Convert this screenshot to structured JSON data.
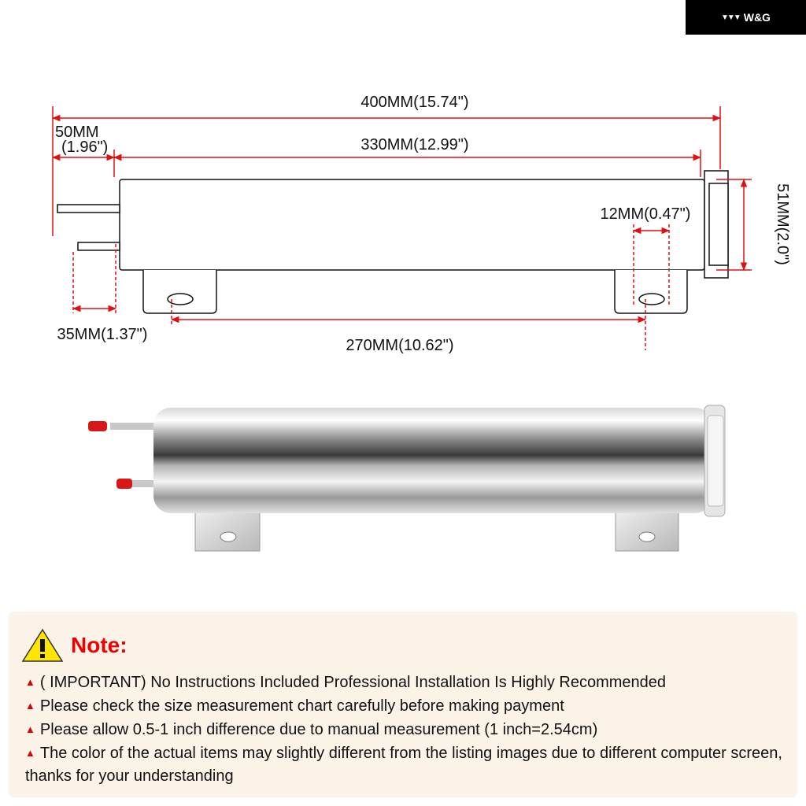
{
  "brand": {
    "name": "W&G",
    "icon": "triple-triangle-logo"
  },
  "diagram": {
    "overall_length": "400MM(15.74\")",
    "inlet_offset_mm": "50MM",
    "inlet_offset_in": "(1.96\")",
    "body_length": "330MM(12.99\")",
    "slot_width": "12MM(0.47\")",
    "diameter": "51MM(2.0\")",
    "pipe_spacing": "35MM(1.37\")",
    "bracket_spacing": "270MM(10.62\")"
  },
  "note": {
    "title": "Note:",
    "items": [
      "( IMPORTANT) No Instructions Included Professional Installation Is Highly Recommended",
      "Please check the size measurement chart carefully before making payment",
      "Please allow 0.5-1 inch difference due to manual measurement (1 inch=2.54cm)",
      "The color of the actual items may slightly different from the listing images due to different computer screen, thanks for your understanding"
    ]
  },
  "colors": {
    "dimension_line": "#e01010",
    "note_title": "#e00000",
    "note_bg": "#fbf3e8"
  }
}
